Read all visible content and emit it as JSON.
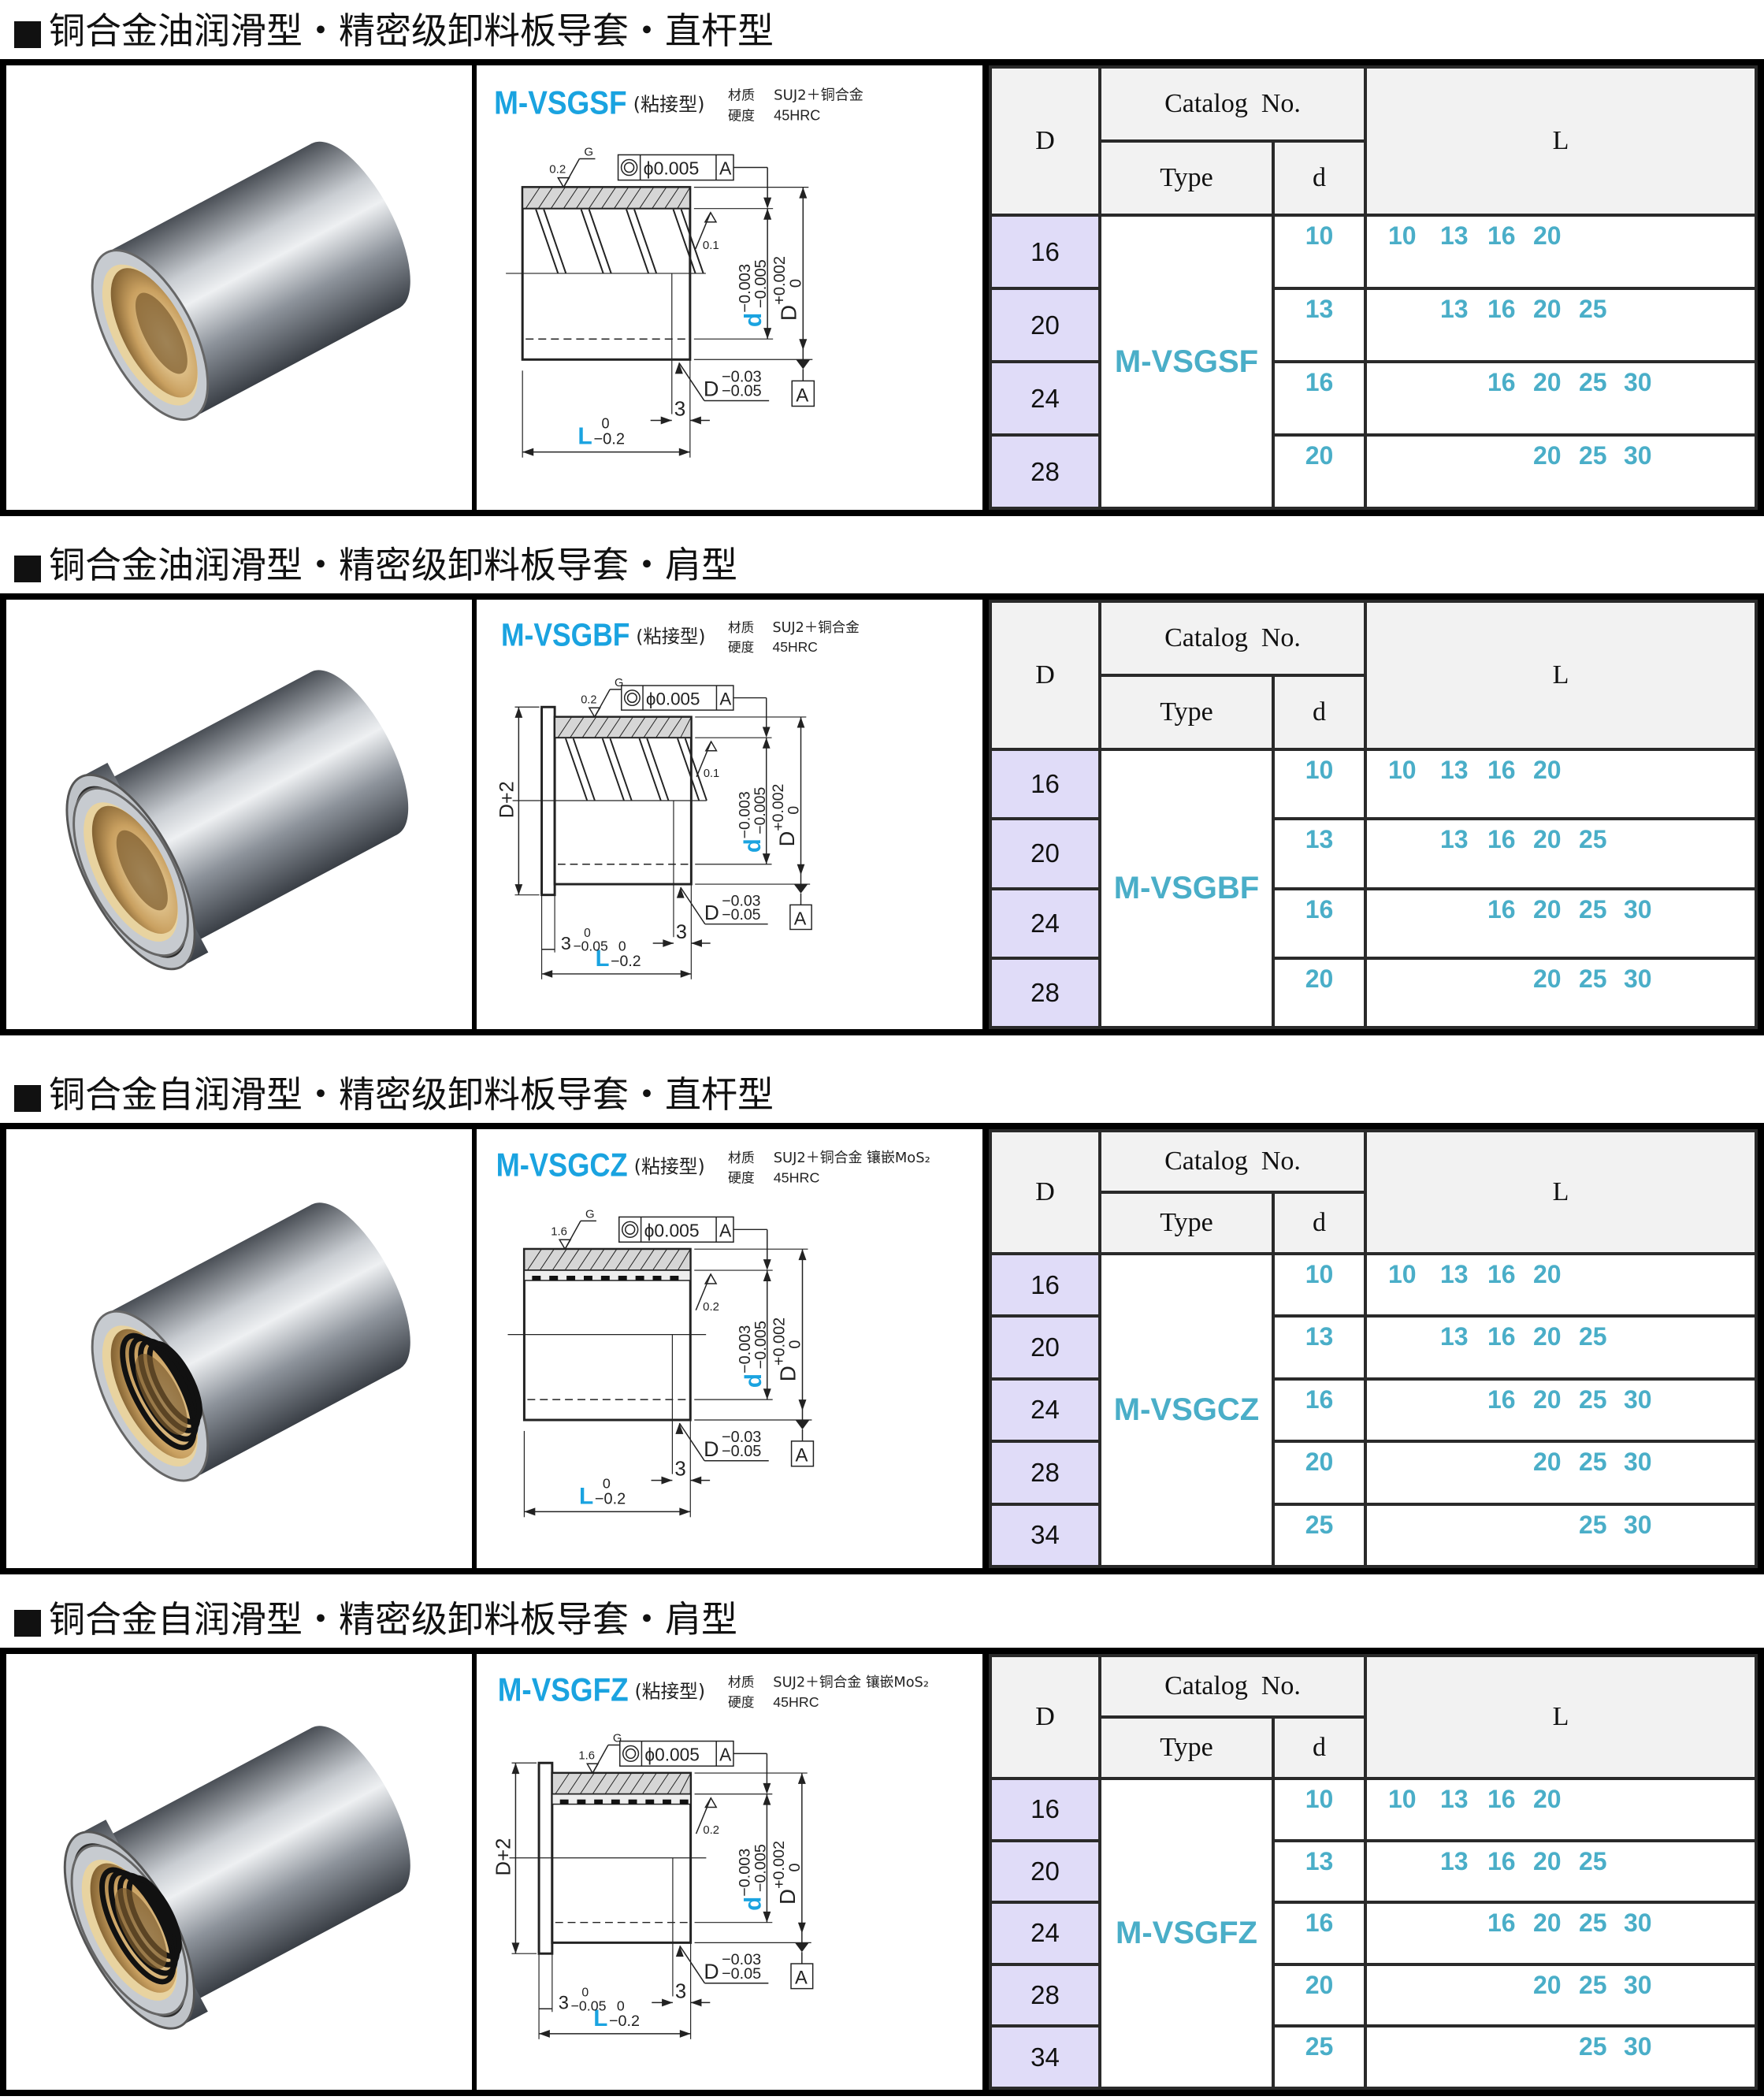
{
  "common": {
    "note": "(粘接型)",
    "material_label": "材质",
    "hardness_label": "硬度",
    "hardness": "45HRC",
    "datum": "A",
    "G": "G",
    "concentricity": "ϕ0.005",
    "d_letter": "d",
    "d_tol_upper": "−0.003",
    "d_tol_lower": "−0.005",
    "D_letter": "D",
    "D_tol_upper": "+0.002",
    "D_tol_lower": "0",
    "chamfer_upper": "−0.03",
    "chamfer_lower": "−0.05",
    "chamfer_len": "3",
    "L_letter": "L",
    "L_tol_upper": "0",
    "L_tol_lower": "−0.2",
    "flange_dim": "D+2",
    "flange_len": "3",
    "flange_tol_upper": "0",
    "flange_tol_lower": "−0.05",
    "table_headers": {
      "D": "D",
      "catalog": "Catalog  No.",
      "type": "Type",
      "d": "d",
      "L": "L"
    },
    "colors": {
      "accent": "#1aa3e0",
      "table_blue": "#4aaec8",
      "d_col_bg": "#e0dcf8",
      "header_bg": "#f2f2f2"
    }
  },
  "sections": [
    {
      "title": "铜合金油润滑型・精密级卸料板导套・直杆型",
      "model": "M-VSGSF",
      "material": "SUJ2＋铜合金",
      "roughness_outer": "0.2",
      "roughness_inner": "0.1",
      "shoulder": false,
      "lubrication": "oil",
      "rows": [
        {
          "D": "16",
          "d": "10",
          "L": [
            "10",
            "13",
            "16",
            "20"
          ]
        },
        {
          "D": "20",
          "d": "13",
          "L": [
            "13",
            "16",
            "20",
            "25"
          ]
        },
        {
          "D": "24",
          "d": "16",
          "L": [
            "16",
            "20",
            "25",
            "30"
          ]
        },
        {
          "D": "28",
          "d": "20",
          "L": [
            "20",
            "25",
            "30"
          ]
        }
      ]
    },
    {
      "title": "铜合金油润滑型・精密级卸料板导套・肩型",
      "model": "M-VSGBF",
      "material": "SUJ2＋铜合金",
      "roughness_outer": "0.2",
      "roughness_inner": "0.1",
      "shoulder": true,
      "lubrication": "oil",
      "rows": [
        {
          "D": "16",
          "d": "10",
          "L": [
            "10",
            "13",
            "16",
            "20"
          ]
        },
        {
          "D": "20",
          "d": "13",
          "L": [
            "13",
            "16",
            "20",
            "25"
          ]
        },
        {
          "D": "24",
          "d": "16",
          "L": [
            "16",
            "20",
            "25",
            "30"
          ]
        },
        {
          "D": "28",
          "d": "20",
          "L": [
            "20",
            "25",
            "30"
          ]
        }
      ]
    },
    {
      "title": "铜合金自润滑型・精密级卸料板导套・直杆型",
      "model": "M-VSGCZ",
      "material": "SUJ2＋铜合金 镶嵌MoS₂",
      "roughness_outer": "1.6",
      "roughness_inner": "0.2",
      "shoulder": false,
      "lubrication": "self",
      "rows": [
        {
          "D": "16",
          "d": "10",
          "L": [
            "10",
            "13",
            "16",
            "20"
          ]
        },
        {
          "D": "20",
          "d": "13",
          "L": [
            "13",
            "16",
            "20",
            "25"
          ]
        },
        {
          "D": "24",
          "d": "16",
          "L": [
            "16",
            "20",
            "25",
            "30"
          ]
        },
        {
          "D": "28",
          "d": "20",
          "L": [
            "20",
            "25",
            "30"
          ]
        },
        {
          "D": "34",
          "d": "25",
          "L": [
            "25",
            "30"
          ]
        }
      ]
    },
    {
      "title": "铜合金自润滑型・精密级卸料板导套・肩型",
      "model": "M-VSGFZ",
      "material": "SUJ2＋铜合金 镶嵌MoS₂",
      "roughness_outer": "1.6",
      "roughness_inner": "0.2",
      "shoulder": true,
      "lubrication": "self",
      "rows": [
        {
          "D": "16",
          "d": "10",
          "L": [
            "10",
            "13",
            "16",
            "20"
          ]
        },
        {
          "D": "20",
          "d": "13",
          "L": [
            "13",
            "16",
            "20",
            "25"
          ]
        },
        {
          "D": "24",
          "d": "16",
          "L": [
            "16",
            "20",
            "25",
            "30"
          ]
        },
        {
          "D": "28",
          "d": "20",
          "L": [
            "20",
            "25",
            "30"
          ]
        },
        {
          "D": "34",
          "d": "25",
          "L": [
            "25",
            "30"
          ]
        }
      ]
    }
  ]
}
